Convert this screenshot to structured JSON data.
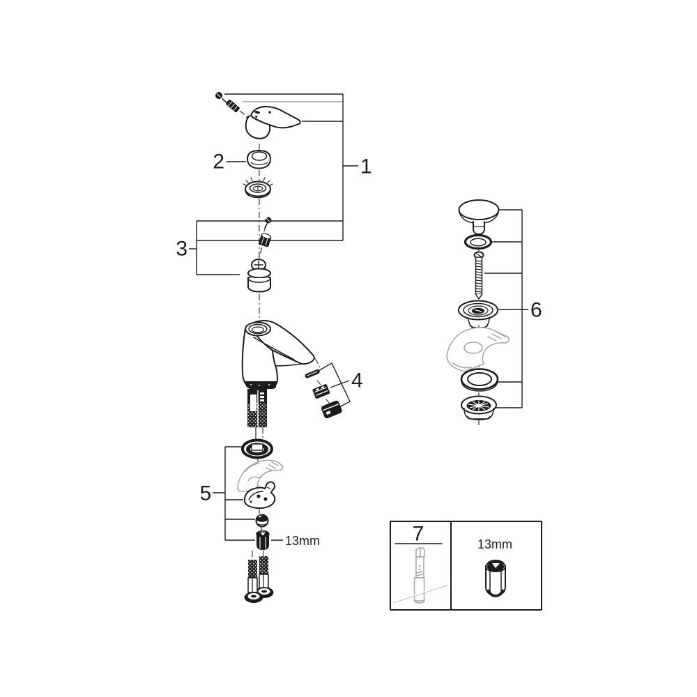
{
  "diagram": {
    "background": "#ffffff",
    "callouts": {
      "n1": "1",
      "n2": "2",
      "n3": "3",
      "n4": "4",
      "n5": "5",
      "n6": "6"
    },
    "annotations": {
      "hex_nut_size": "13mm"
    },
    "legend": {
      "tool_number": "7",
      "nut_size": "13mm"
    },
    "colors": {
      "line": "#1c1c1c",
      "muted_gray": "#a3a3a3",
      "background": "#ffffff"
    }
  }
}
